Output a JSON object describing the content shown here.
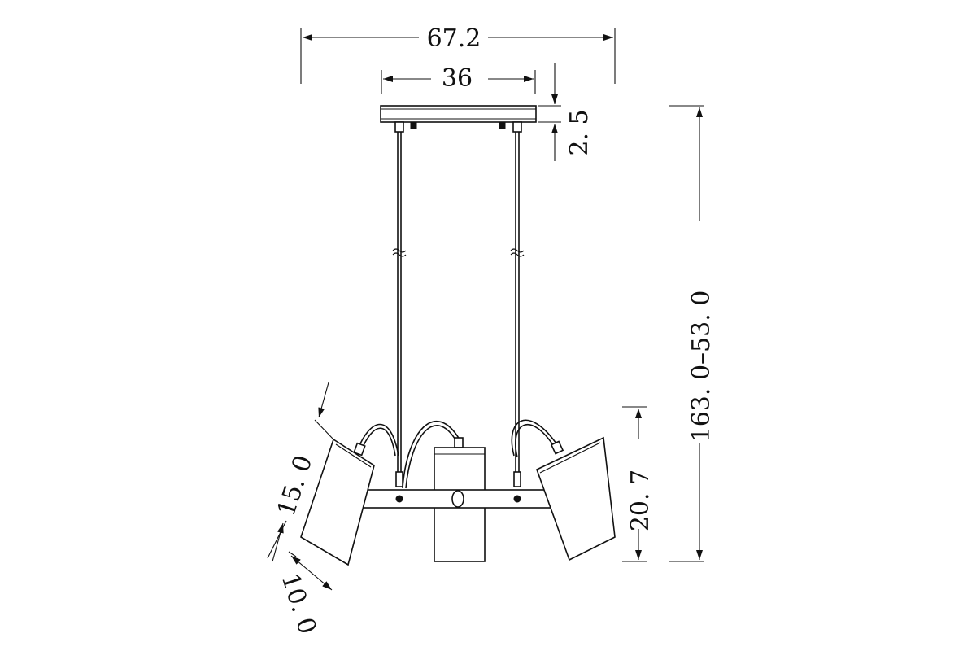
{
  "dimensions": {
    "overall_width": "67.2",
    "canopy_width": "36",
    "canopy_height": "2. 5",
    "total_height": "163. 0–53. 0",
    "fixture_height": "20. 7",
    "shade_length": "15. 0",
    "shade_diameter": "10. 0"
  },
  "colors": {
    "ink": "#111111",
    "background": "#ffffff"
  }
}
